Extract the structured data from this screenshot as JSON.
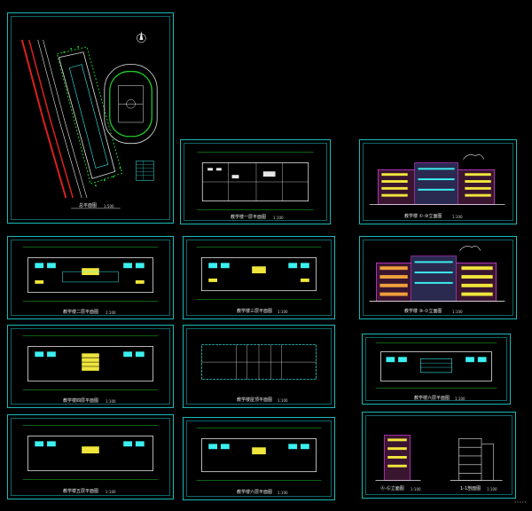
{
  "sheets": {
    "site": {
      "caption": "总平面图",
      "scale": "1:500"
    },
    "floor1": {
      "caption": "教学楼一层平面图",
      "scale": "1:100"
    },
    "floor2": {
      "caption": "教学楼二层平面图",
      "scale": "1:100"
    },
    "floor3": {
      "caption": "教学楼三层平面图",
      "scale": "1:100"
    },
    "floor4": {
      "caption": "教学楼四层平面图",
      "scale": "1:100"
    },
    "floor5": {
      "caption": "教学楼五层平面图",
      "scale": "1:100"
    },
    "floor6": {
      "caption": "教学楼六层平面图",
      "scale": "1:100"
    },
    "roof": {
      "caption": "教学楼屋顶平面图",
      "scale": "1:100"
    },
    "elevation1": {
      "caption": "教学楼 ①-⑩立面图",
      "scale": "1:100"
    },
    "elevation2": {
      "caption": "教学楼 ⑩-①立面图",
      "scale": "1:100"
    },
    "section_elev": {
      "caption": "Ⓐ-Ⓖ立面图",
      "scale": "1:100"
    },
    "section": {
      "caption": "1-1剖面图",
      "scale": "1:100"
    },
    "small_plan": {
      "caption": "教学楼六层平面图",
      "scale": "1:100"
    }
  },
  "colors": {
    "frame": "#19b9b9",
    "wall": "#e6e6e6",
    "room": "#3cf0f0",
    "window": "#f0e53c",
    "road": "#e02020",
    "green": "#21c62a",
    "elevation": "#d83be0"
  },
  "watermark": "·····"
}
